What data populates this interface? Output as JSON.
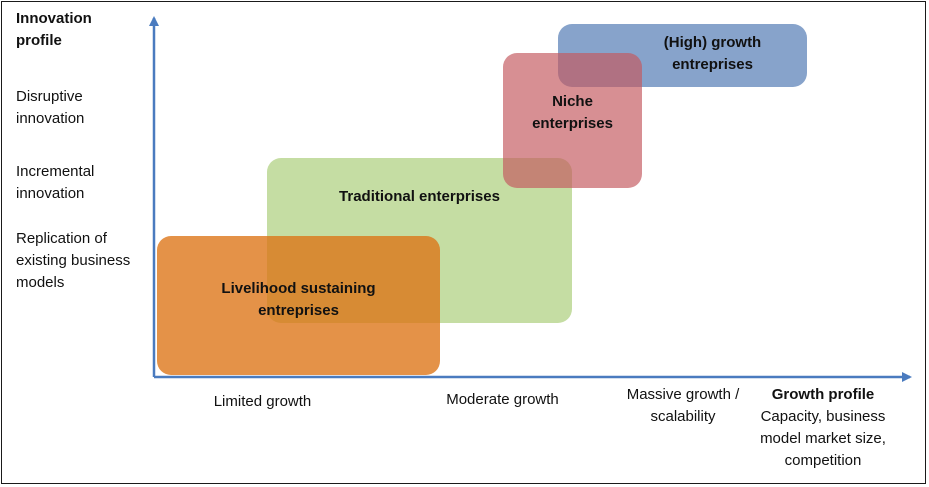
{
  "y_axis": {
    "title": [
      "Innovation",
      "profile"
    ],
    "levels": [
      [
        "Disruptive",
        "innovation"
      ],
      [
        "Incremental",
        "innovation"
      ],
      [
        "Replication of",
        "existing business",
        "models"
      ]
    ]
  },
  "x_axis": {
    "levels": [
      [
        "Limited growth"
      ],
      [
        "Moderate growth"
      ],
      [
        "Massive growth /",
        "scalability"
      ]
    ],
    "title": "Growth profile",
    "subtitle": [
      "Capacity, business",
      "model market size,",
      "competition"
    ]
  },
  "categories": [
    {
      "label": [
        "Traditional enterprises"
      ],
      "color": "#AFD080"
    },
    {
      "label": [
        "Livelihood sustaining",
        "entreprises"
      ],
      "color": "#DC7314"
    },
    {
      "label": [
        "Niche",
        "enterprises"
      ],
      "color": "#C45A60"
    },
    {
      "label": [
        "(High) growth",
        "entreprises"
      ],
      "color": "#4E78B2"
    }
  ],
  "colors": {
    "axis": "#4A7BBF",
    "frame": "#1A1A1A"
  }
}
